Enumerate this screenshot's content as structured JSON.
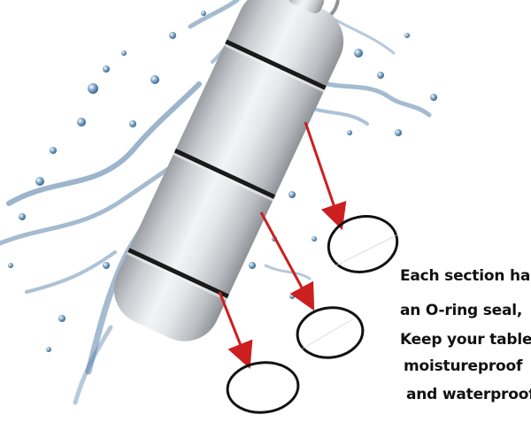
{
  "caption": {
    "lines": [
      "Each section has",
      "an O-ring seal,",
      "Keep your tablets",
      "moistureproof",
      "and waterproof"
    ]
  },
  "colors": {
    "background": "#ffffff",
    "capsule_body": "#d9dcdf",
    "o_ring": "#111111",
    "arrow": "#cc1f1f",
    "water": "#3f6f9a",
    "text": "#111111"
  },
  "objects": {
    "capsule": "aluminium-pill-capsule",
    "rings": "o-ring-seal",
    "splash": "water-splash"
  }
}
